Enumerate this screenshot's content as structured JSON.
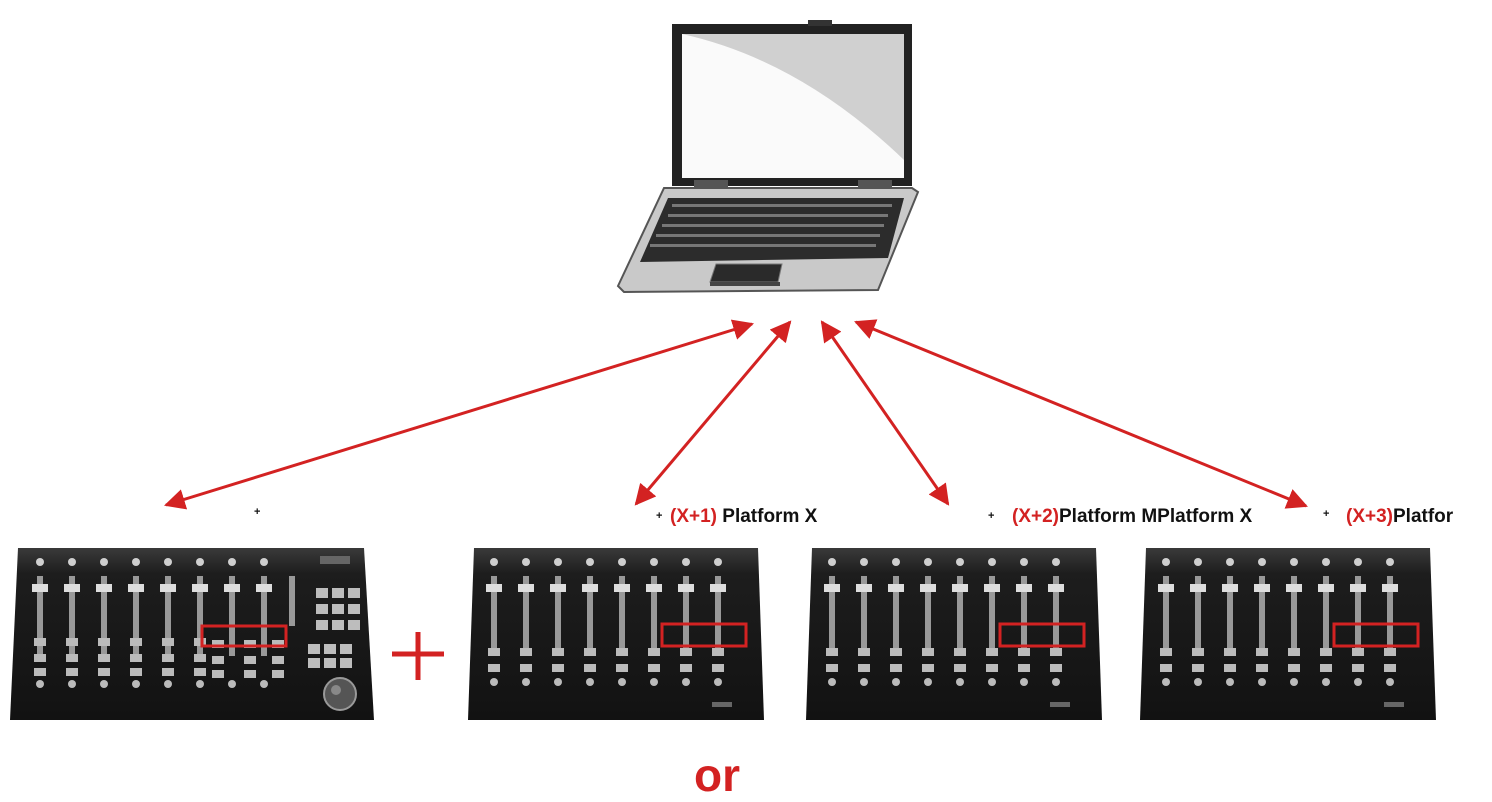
{
  "labels": {
    "plus_symbol": "+",
    "unit2_prefix": "(X+1)",
    "unit2_name": "Platform X",
    "unit3_prefix": "(X+2)",
    "unit3_name": "Platform MPlatform X",
    "unit4_prefix": "(X+3)",
    "unit4_name": "Platfor",
    "or_text": "or"
  },
  "colors": {
    "accent_red": "#d32222",
    "device_body": "#1c1c1c",
    "text": "#111111"
  },
  "icons": [
    "laptop-icon",
    "mixer-master-icon",
    "mixer-extender-icon",
    "arrow-icon",
    "plus-join-icon"
  ]
}
